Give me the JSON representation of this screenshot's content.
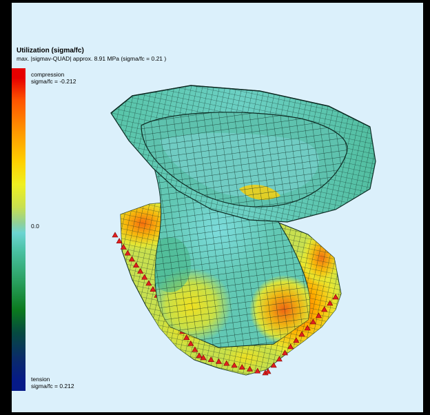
{
  "header": {
    "title": "Utilization (sigma/fc)",
    "subtitle": "max. |sigmav-QUAD| approx. 8.91 MPa (sigma/fc = 0.21 )"
  },
  "legend": {
    "top_label": "compression",
    "top_value": "sigma/fc = -0.212",
    "mid_value": "0.0",
    "bottom_label": "tension",
    "bottom_value": "sigma/fc = 0.212"
  },
  "colors": {
    "compression": "#e60000",
    "zero": "#6cd4d2",
    "tension": "#061a88",
    "background": "#dbf0fb",
    "support": "#e02020"
  }
}
